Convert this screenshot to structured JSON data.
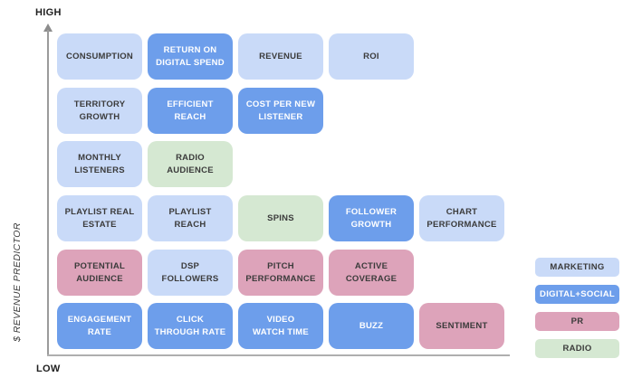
{
  "axis": {
    "high_label": "HIGH",
    "low_label": "LOW",
    "y_axis_label": "$ REVENUE PREDICTOR"
  },
  "colors": {
    "marketing": "#c9daf8",
    "digital_social": "#6d9eeb",
    "pr": "#dda3ba",
    "radio": "#d5e8d2",
    "dark_text": "#3b3b3b",
    "light_text": "#ffffff",
    "axis_line": "#9b9b9b"
  },
  "cells": [
    {
      "label": "CONSUMPTION",
      "category": "marketing",
      "row": 1,
      "col": 1
    },
    {
      "label": "RETURN ON\nDIGITAL SPEND",
      "category": "digital_social",
      "row": 1,
      "col": 2
    },
    {
      "label": "REVENUE",
      "category": "marketing",
      "row": 1,
      "col": 3
    },
    {
      "label": "ROI",
      "category": "marketing",
      "row": 1,
      "col": 4
    },
    {
      "label": "TERRITORY\nGROWTH",
      "category": "marketing",
      "row": 2,
      "col": 1
    },
    {
      "label": "EFFICIENT\nREACH",
      "category": "digital_social",
      "row": 2,
      "col": 2
    },
    {
      "label": "COST PER NEW\nLISTENER",
      "category": "digital_social",
      "row": 2,
      "col": 3
    },
    {
      "label": "MONTHLY\nLISTENERS",
      "category": "marketing",
      "row": 3,
      "col": 1
    },
    {
      "label": "RADIO\nAUDIENCE",
      "category": "radio",
      "row": 3,
      "col": 2
    },
    {
      "label": "PLAYLIST REAL\nESTATE",
      "category": "marketing",
      "row": 4,
      "col": 1
    },
    {
      "label": "PLAYLIST\nREACH",
      "category": "marketing",
      "row": 4,
      "col": 2
    },
    {
      "label": "SPINS",
      "category": "radio",
      "row": 4,
      "col": 3
    },
    {
      "label": "FOLLOWER\nGROWTH",
      "category": "digital_social",
      "row": 4,
      "col": 4
    },
    {
      "label": "CHART\nPERFORMANCE",
      "category": "marketing",
      "row": 4,
      "col": 5
    },
    {
      "label": "POTENTIAL\nAUDIENCE",
      "category": "pr",
      "row": 5,
      "col": 1
    },
    {
      "label": "DSP\nFOLLOWERS",
      "category": "marketing",
      "row": 5,
      "col": 2
    },
    {
      "label": "PITCH\nPERFORMANCE",
      "category": "pr",
      "row": 5,
      "col": 3
    },
    {
      "label": "ACTIVE\nCOVERAGE",
      "category": "pr",
      "row": 5,
      "col": 4
    },
    {
      "label": "ENGAGEMENT\nRATE",
      "category": "digital_social",
      "row": 6,
      "col": 1
    },
    {
      "label": "CLICK\nTHROUGH RATE",
      "category": "digital_social",
      "row": 6,
      "col": 2
    },
    {
      "label": "VIDEO\nWATCH TIME",
      "category": "digital_social",
      "row": 6,
      "col": 3
    },
    {
      "label": "BUZZ",
      "category": "digital_social",
      "row": 6,
      "col": 4
    },
    {
      "label": "SENTIMENT",
      "category": "pr",
      "row": 6,
      "col": 5
    }
  ],
  "legend": [
    {
      "label": "MARKETING",
      "category": "marketing"
    },
    {
      "label": "DIGITAL+SOCIAL",
      "category": "digital_social"
    },
    {
      "label": "PR",
      "category": "pr"
    },
    {
      "label": "RADIO",
      "category": "radio"
    }
  ]
}
